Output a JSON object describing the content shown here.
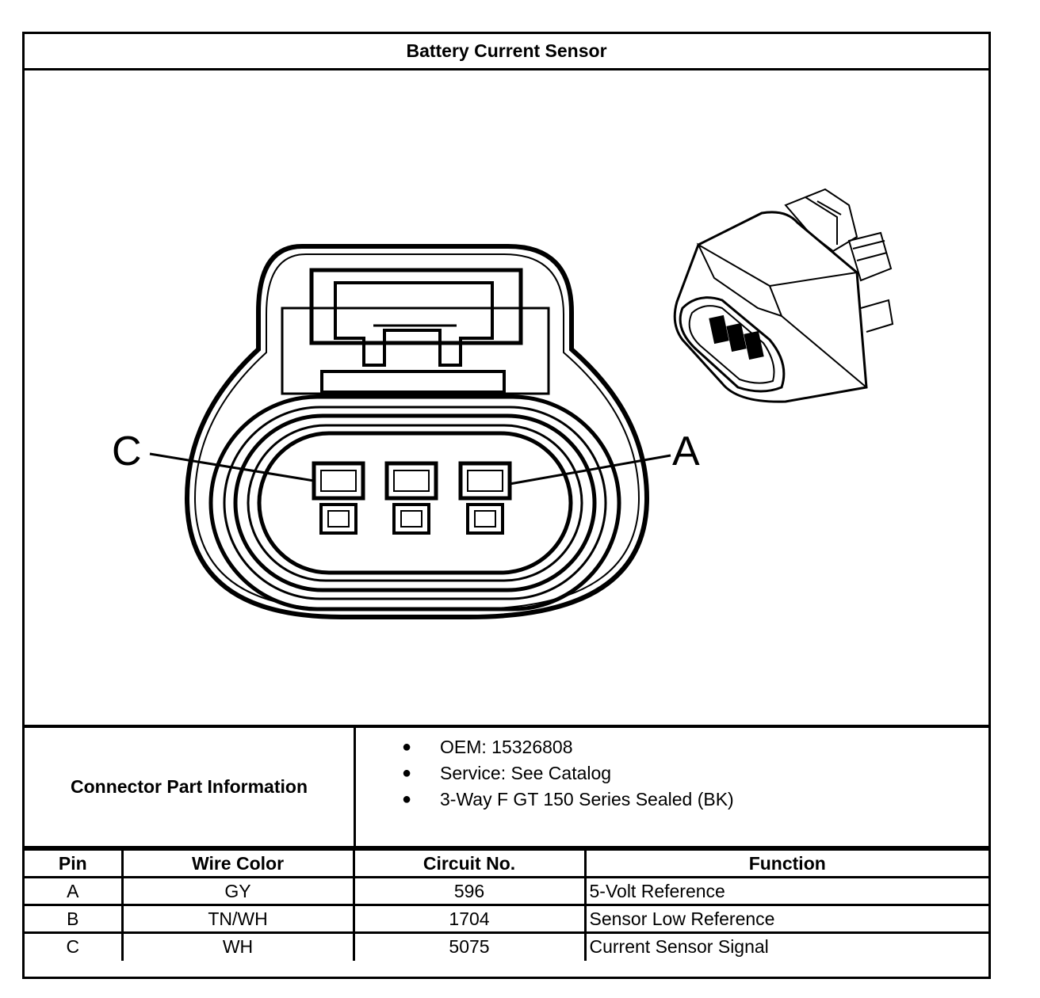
{
  "title": "Battery Current Sensor",
  "diagram": {
    "callout_left": "C",
    "callout_right": "A"
  },
  "connector_info": {
    "label": "Connector Part Information",
    "items": [
      "OEM: 15326808",
      "Service: See Catalog",
      "3-Way F GT 150 Series Sealed (BK)"
    ]
  },
  "pin_table": {
    "headers": [
      "Pin",
      "Wire Color",
      "Circuit No.",
      "Function"
    ],
    "rows": [
      [
        "A",
        "GY",
        "596",
        "5-Volt Reference"
      ],
      [
        "B",
        "TN/WH",
        "1704",
        "Sensor Low Reference"
      ],
      [
        "C",
        "WH",
        "5075",
        "Current Sensor Signal"
      ]
    ]
  }
}
